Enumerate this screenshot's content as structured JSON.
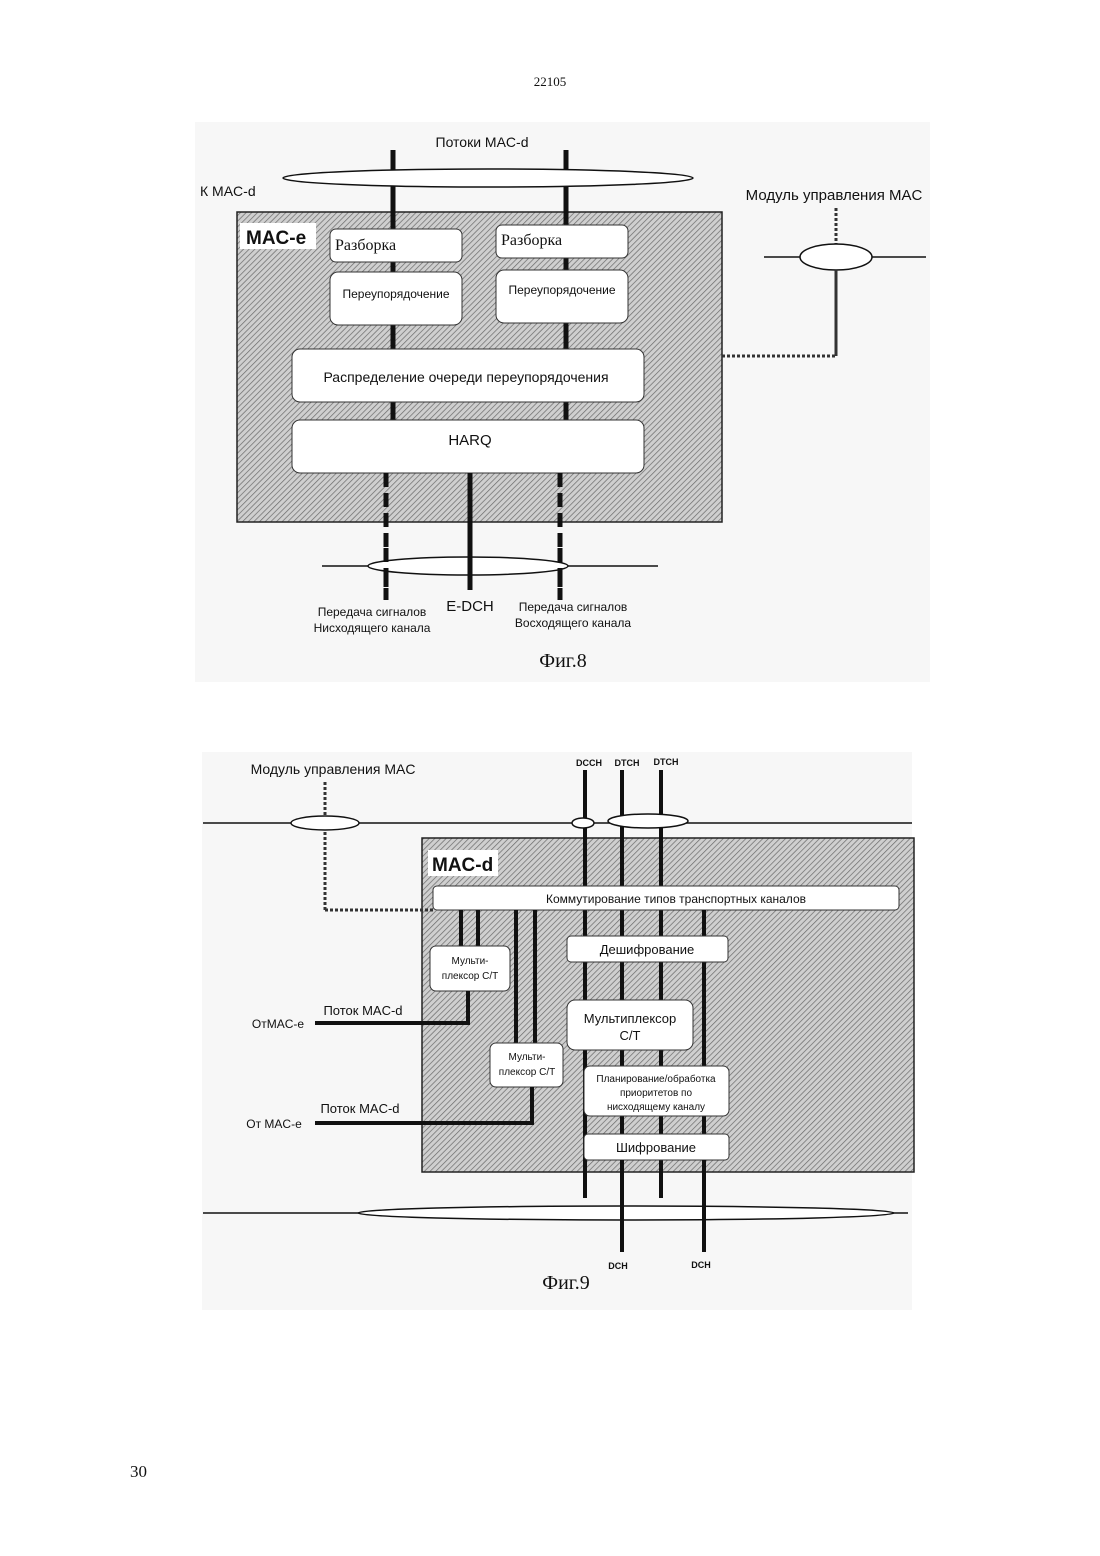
{
  "page": {
    "header_number": "22105",
    "footer_number": "30"
  },
  "figure8": {
    "caption": "Фиг.8",
    "top_label": "Потоки MAC-d",
    "left_label": "К MAC-d",
    "right_label": "Модуль управления MAC",
    "entity_label": "MAC-e",
    "disassembly_left": "Разборка",
    "disassembly_right": "Разборка",
    "reorder_left": "Переупорядочение",
    "reorder_right": "Переупорядочение",
    "queue_distribution": "Распределение очереди переупорядочения",
    "harq": "HARQ",
    "edch": "E-DCH",
    "downlink_line1": "Передача сигналов",
    "downlink_line2": "Нисходящего канала",
    "uplink_line1": "Передача сигналов",
    "uplink_line2": "Восходящего канала"
  },
  "figure9": {
    "caption": "Фиг.9",
    "control_label": "Модуль управления MAC",
    "dcch": "DCCH",
    "dtch1": "DTCH",
    "dtch2": "DTCH",
    "entity_label": "MAC-d",
    "switching": "Коммутирование  типов транспортных каналов",
    "deciphering": "Дешифрование",
    "mux_small1_line1": "Мульти-",
    "mux_small1_line2": "плексор C/T",
    "mux_small2_line1": "Мульти-",
    "mux_small2_line2": "плексор C/T",
    "mux_big_line1": "Мультиплексор",
    "mux_big_line2": "C/T",
    "scheduling_line1": "Планирование/обработка",
    "scheduling_line2": "приоритетов по",
    "scheduling_line3": "нисходящему каналу",
    "ciphering": "Шифрование",
    "flow1_label": "Поток MAC-d",
    "from1_label": "ОтMAC-e",
    "flow2_label": "Поток MAC-d",
    "from2_label": "От MAC-e",
    "dch1": "DCH",
    "dch2": "DCH"
  }
}
